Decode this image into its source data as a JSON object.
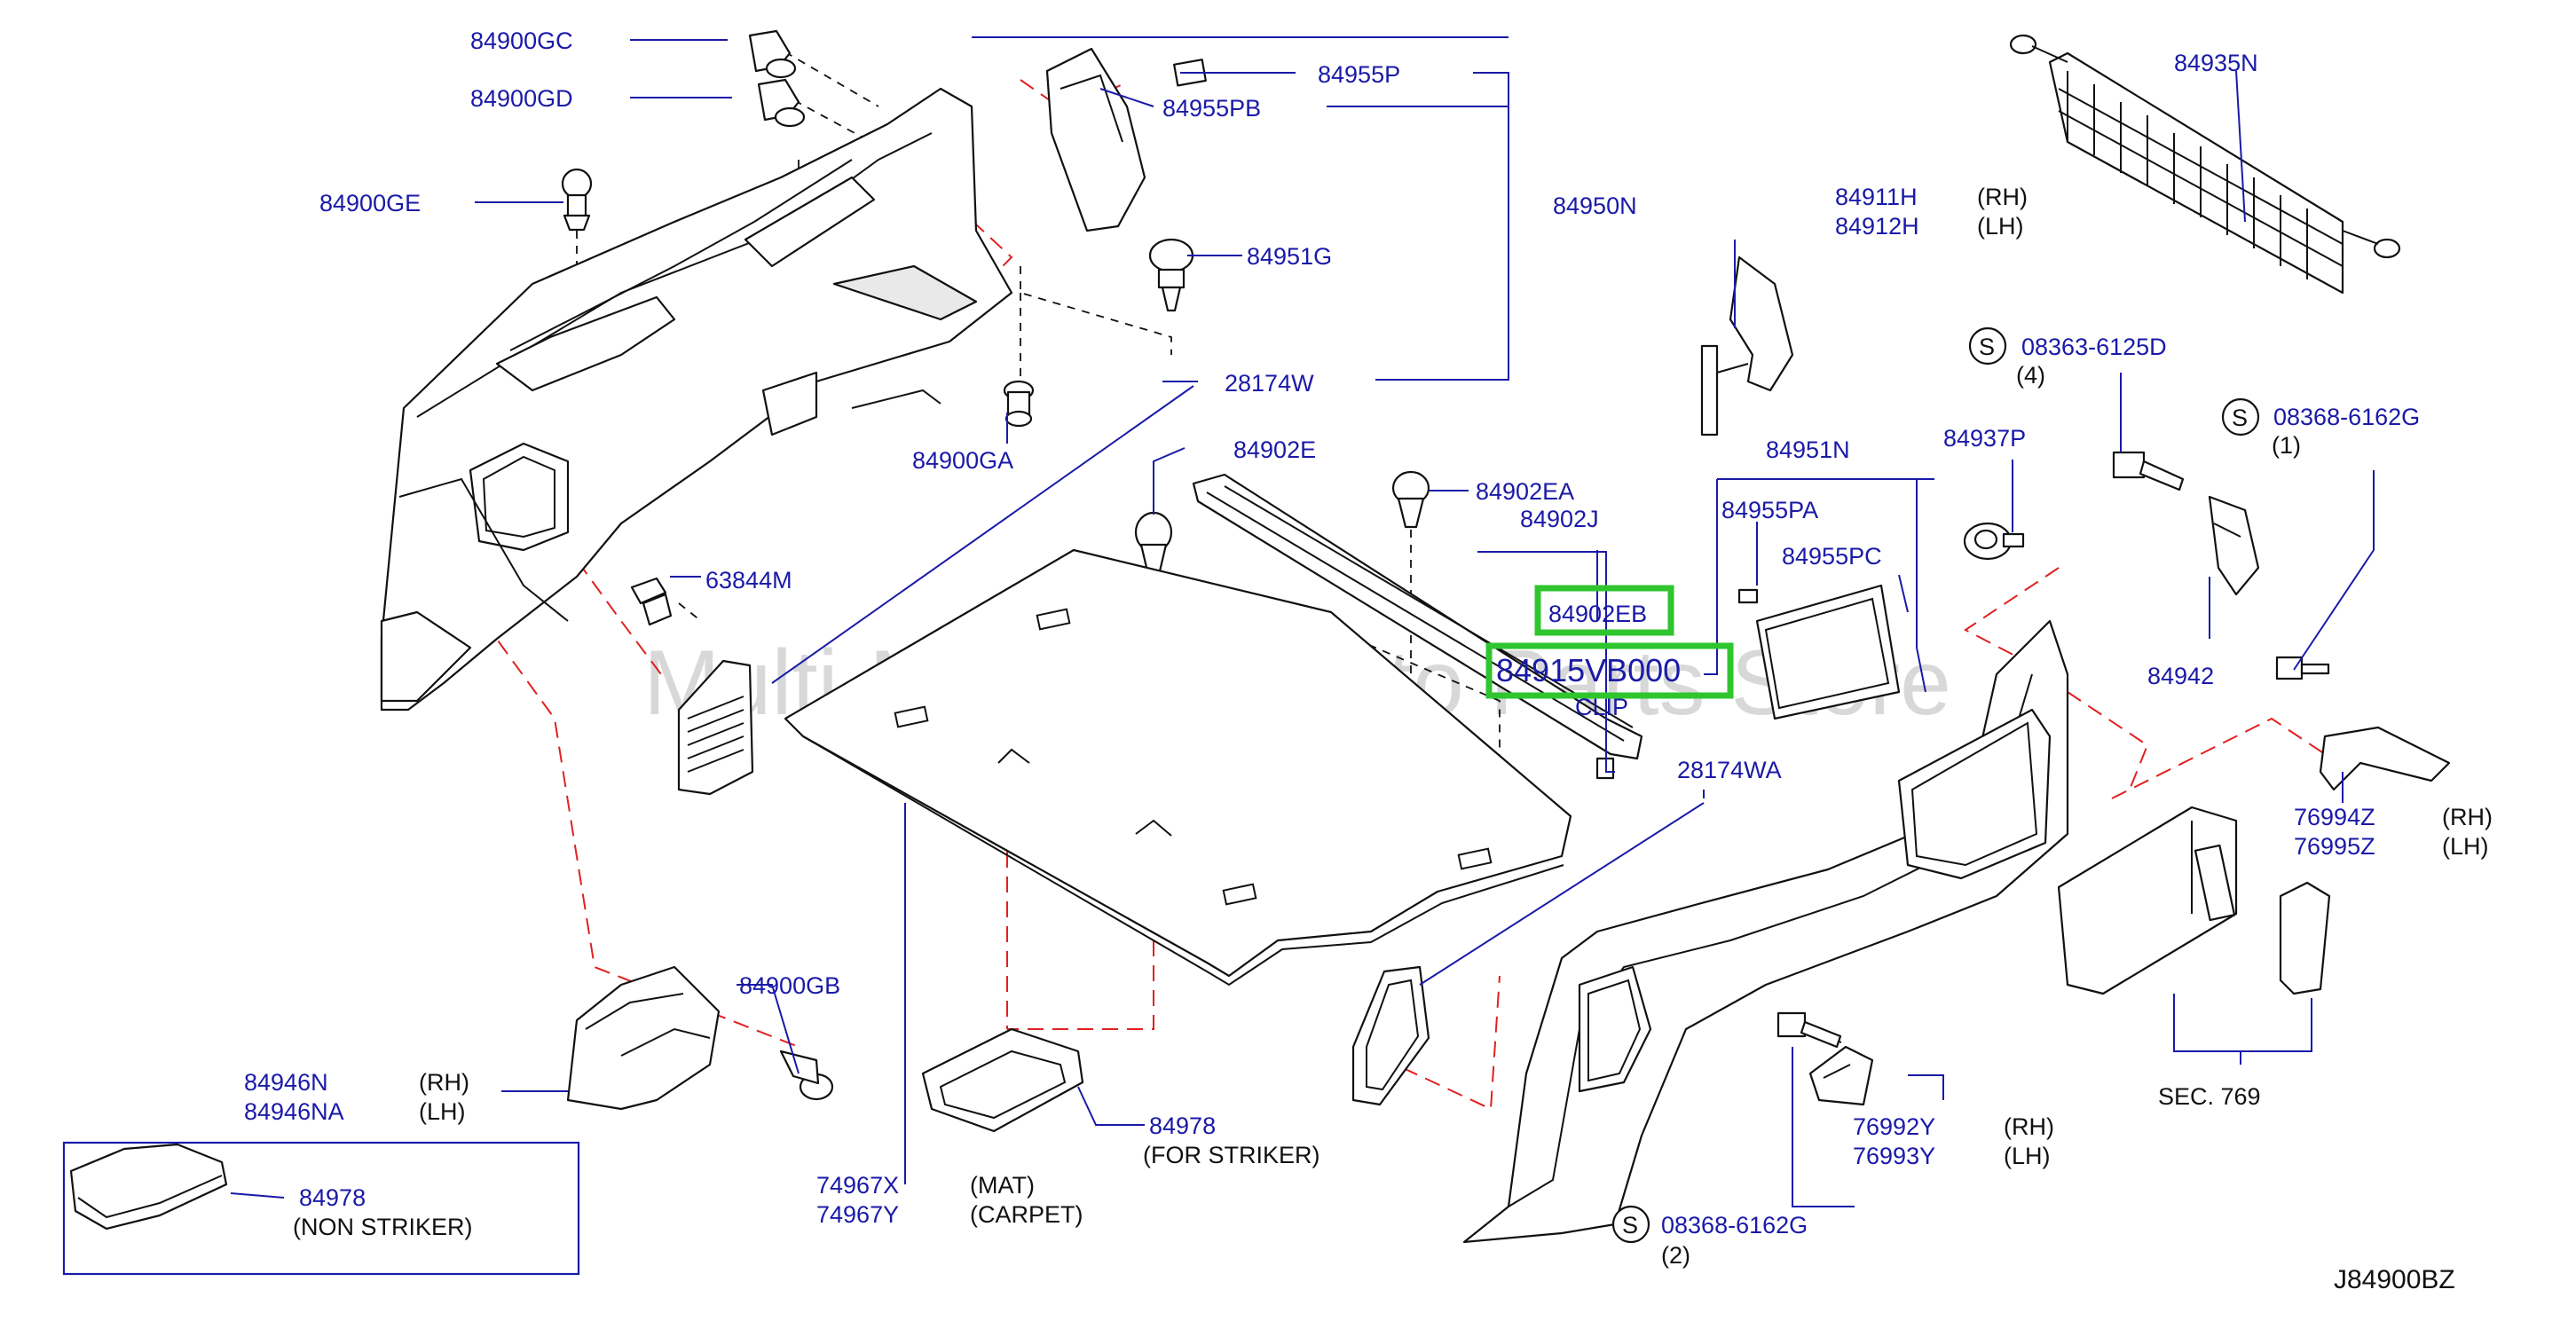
{
  "diagram_code": "J84900BZ",
  "watermark": "Multi-Merchant Auto Parts Store",
  "highlighted": {
    "part_number": "84915VB000",
    "caption": "CLIP",
    "callout": "84902EB",
    "highlight_color": "#2fc52f"
  },
  "labels": {
    "p84900GC": "84900GC",
    "p84900GD": "84900GD",
    "p84900GE": "84900GE",
    "p84955P": "84955P",
    "p84955PB": "84955PB",
    "p84950N": "84950N",
    "p84951G": "84951G",
    "p28174W": "28174W",
    "p84900GA": "84900GA",
    "p63844M": "63844M",
    "p84902E": "84902E",
    "p84902EA": "84902EA",
    "p84902J": "84902J",
    "p84951N": "84951N",
    "p84955PA": "84955PA",
    "p84955PC": "84955PC",
    "p28174WA": "28174WA",
    "p84911H": "84911H",
    "p84912H": "84912H",
    "p84935N": "84935N",
    "p08363_6125D": "08363-6125D",
    "p08368_6162G_a": "08368-6162G",
    "p08368_6162G_b": "08368-6162G",
    "p84937P": "84937P",
    "p84942": "84942",
    "p76994Z": "76994Z",
    "p76995Z": "76995Z",
    "p76992Y": "76992Y",
    "p76993Y": "76993Y",
    "p84900GB": "84900GB",
    "p84946N": "84946N",
    "p84946NA": "84946NA",
    "p84978_striker": "84978",
    "p84978_non": "84978",
    "p74967X": "74967X",
    "p74967Y": "74967Y"
  },
  "notes": {
    "rh": "(RH)",
    "lh": "(LH)",
    "qty4": "(4)",
    "qty1": "(1)",
    "qty2": "(2)",
    "for_striker": "(FOR   STRIKER)",
    "non_striker": "(NON   STRIKER)",
    "mat": "(MAT)",
    "carpet": "(CARPET)",
    "sec769": "SEC.   769",
    "s": "S"
  },
  "colors": {
    "part_number": "#1a1aa8",
    "phantom_line": "#e02020",
    "drawing": "#111111"
  }
}
